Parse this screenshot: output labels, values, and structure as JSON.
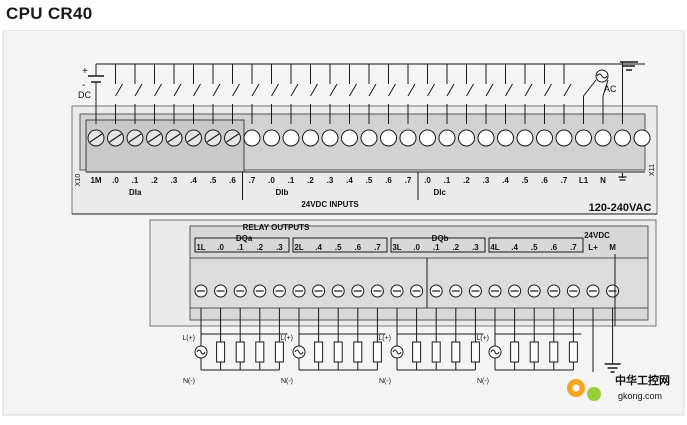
{
  "title": "CPU CR40",
  "supply": {
    "dc_plus": "+",
    "dc_minus": "-",
    "dc_label": "DC",
    "ac_label": "AC",
    "voltage": "120-240VAC",
    "connector_x10": "X10",
    "connector_x11": "X11"
  },
  "inputs": {
    "heading": "24VDC INPUTS",
    "common": "1M",
    "groups": [
      {
        "name": "DIa",
        "terminals": [
          ".0",
          ".1",
          ".2",
          ".3",
          ".4",
          ".5",
          ".6"
        ]
      },
      {
        "name": "DIb",
        "terminals": [
          ".7",
          ".0",
          ".1",
          ".2",
          ".3",
          ".4",
          ".5",
          ".6",
          ".7"
        ]
      },
      {
        "name": "DIc",
        "terminals": [
          ".0",
          ".1",
          ".2",
          ".3",
          ".4",
          ".5",
          ".6",
          ".7"
        ]
      }
    ],
    "power_terminals": [
      "L1",
      "N"
    ]
  },
  "outputs": {
    "heading": "RELAY OUTPUTS",
    "groups": [
      {
        "name": "DQa",
        "common": "1L",
        "terminals": [
          ".0",
          ".1",
          ".2",
          ".3"
        ]
      },
      {
        "name": "",
        "common": "2L",
        "terminals": [
          ".4",
          ".5",
          ".6",
          ".7"
        ]
      },
      {
        "name": "DQb",
        "common": "3L",
        "terminals": [
          ".0",
          ".1",
          ".2",
          ".3"
        ]
      },
      {
        "name": "",
        "common": "4L",
        "terminals": [
          ".4",
          ".5",
          ".6",
          ".7"
        ]
      }
    ],
    "sensor_supply": {
      "label": "24VDC",
      "terminals": [
        "L+",
        "M"
      ]
    },
    "load_labels": {
      "positive": "L(+)",
      "negative": "N(-)"
    }
  },
  "watermark": {
    "text": "中华工控网",
    "url": "gkong.com"
  },
  "colors": {
    "line": "#1a1a1a",
    "panel": "#f0f0f0",
    "strip": "#d4d4d4",
    "accent": "#f2a623"
  }
}
